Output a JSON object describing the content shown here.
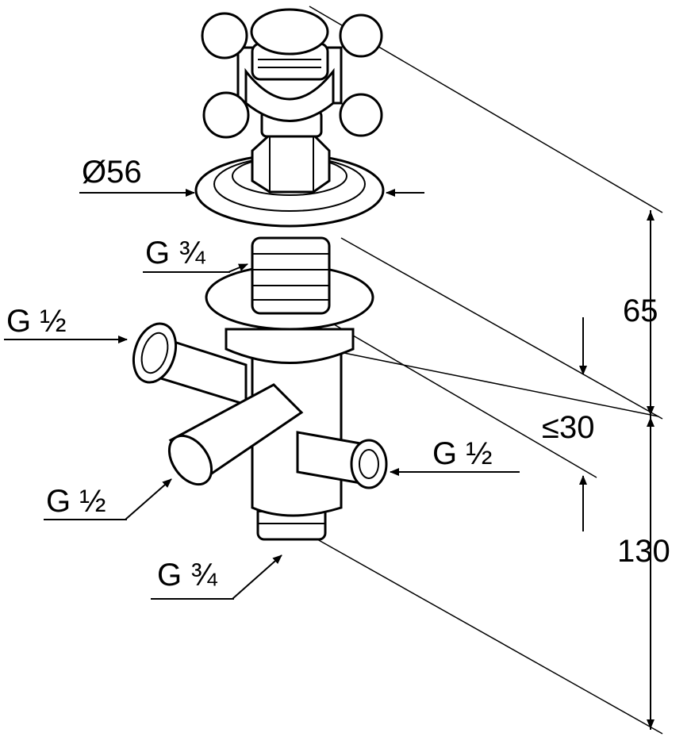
{
  "title": "Valve technical drawing",
  "labels": {
    "diameter": "Ø56",
    "thread_top": "G ¾",
    "inlet_left": "G ½",
    "inlet_lower_left": "G ½",
    "outlet_right": "G ½",
    "thread_bottom": "G ¾"
  },
  "dimensions": {
    "upper_height": "65",
    "max_depth": "≤30",
    "lower_height": "130"
  }
}
